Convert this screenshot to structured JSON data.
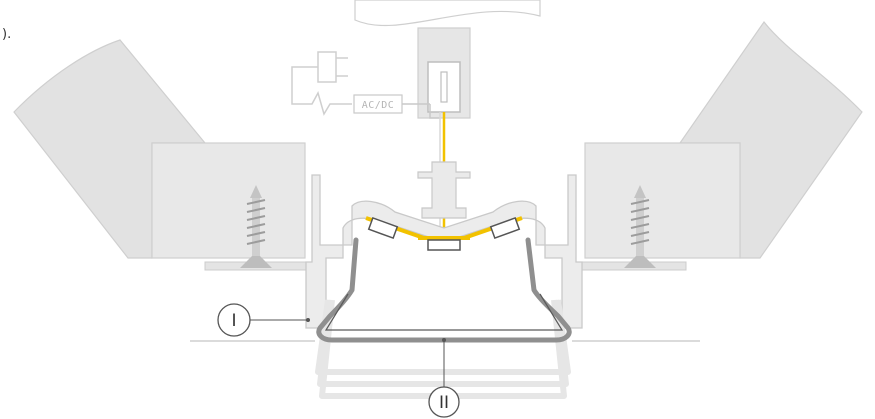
{
  "labels": {
    "power_supply": "AC/DC",
    "callout_one": "I",
    "callout_two": "II",
    "corner_fragment": ")."
  },
  "colors": {
    "panel": "#e2e2e2",
    "panel_stroke": "#cfcfcf",
    "wire": "#c9c9c9",
    "led_yellow": "#f2c200",
    "diffuser": "#8f8f8f",
    "ghost_diffuser": "#e4e4e4",
    "callout_stroke": "#555555"
  },
  "icons": {
    "plug": "plug-icon",
    "screw": "screw-icon"
  }
}
